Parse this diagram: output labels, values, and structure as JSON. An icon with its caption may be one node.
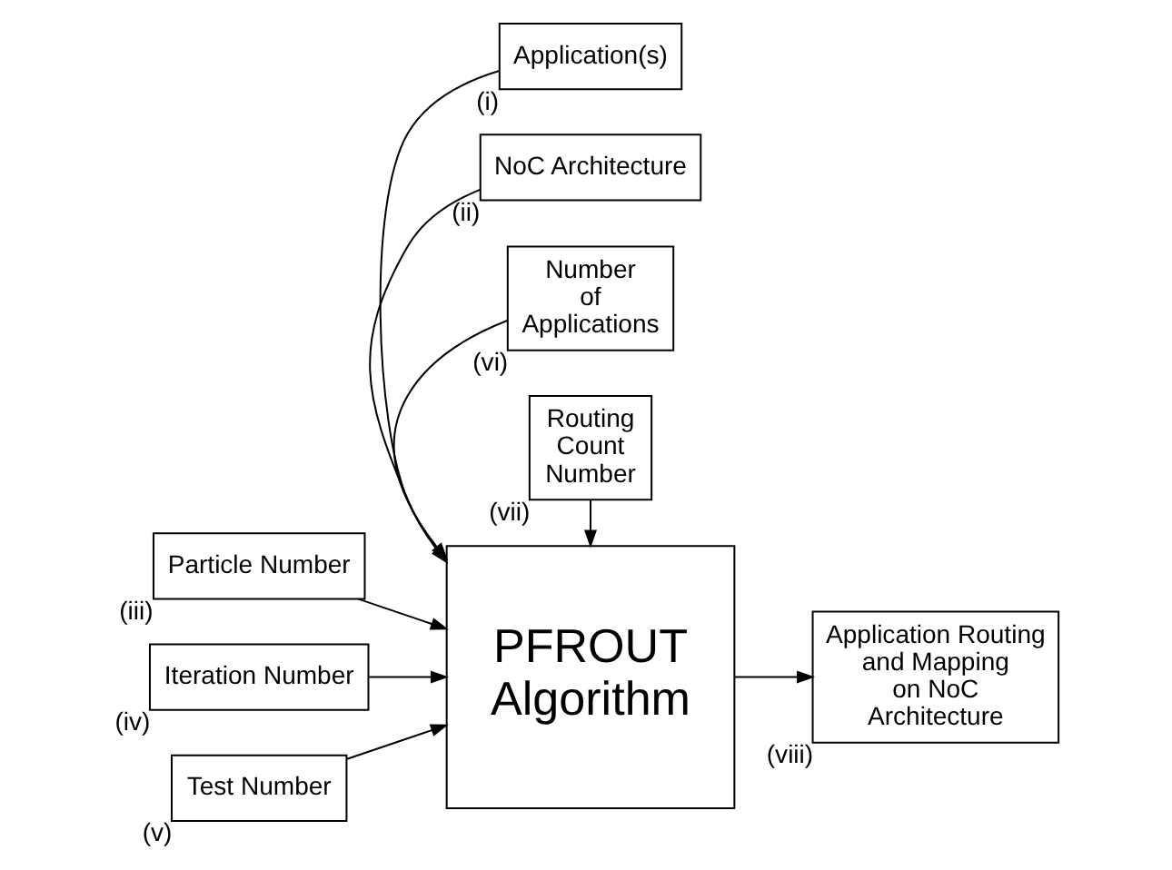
{
  "diagram": {
    "nodes": [
      {
        "text": [
          "Application(s)"
        ],
        "beside": [
          "(i)"
        ]
      },
      {
        "text": [
          "NoC Architecture"
        ],
        "beside": [
          "(ii)"
        ]
      },
      {
        "text": [
          "Particle Number"
        ],
        "beside": [
          "(iii)"
        ]
      },
      {
        "text": [
          "Iteration Number"
        ],
        "beside": [
          "(iv)"
        ]
      },
      {
        "text": [
          "Test Number"
        ],
        "beside": [
          "(v)"
        ]
      },
      {
        "text": [
          "PFROUT Algorithm"
        ]
      },
      {
        "text": [
          "Number of Applications"
        ],
        "beside": [
          "(vi)"
        ]
      },
      {
        "text": [
          "Routing Count Number"
        ],
        "beside": [
          "(vii)"
        ]
      },
      {
        "text": [
          "Application Routing and Mapping on NoC Architecture"
        ],
        "beside": [
          "(viii)"
        ]
      }
    ],
    "edges": [
      {
        "from": 0,
        "to": 5,
        "arrow": "to"
      },
      {
        "from": 1,
        "to": 5,
        "arrow": "to"
      },
      {
        "from": 2,
        "to": 5,
        "arrow": "to"
      },
      {
        "from": 3,
        "to": 5,
        "arrow": "to"
      },
      {
        "from": 4,
        "to": 5,
        "arrow": "to"
      },
      {
        "from": 6,
        "to": 5,
        "arrow": "to"
      },
      {
        "from": 7,
        "to": 5,
        "arrow": "to"
      },
      {
        "from": 5,
        "to": 8,
        "arrow": "to"
      }
    ]
  }
}
